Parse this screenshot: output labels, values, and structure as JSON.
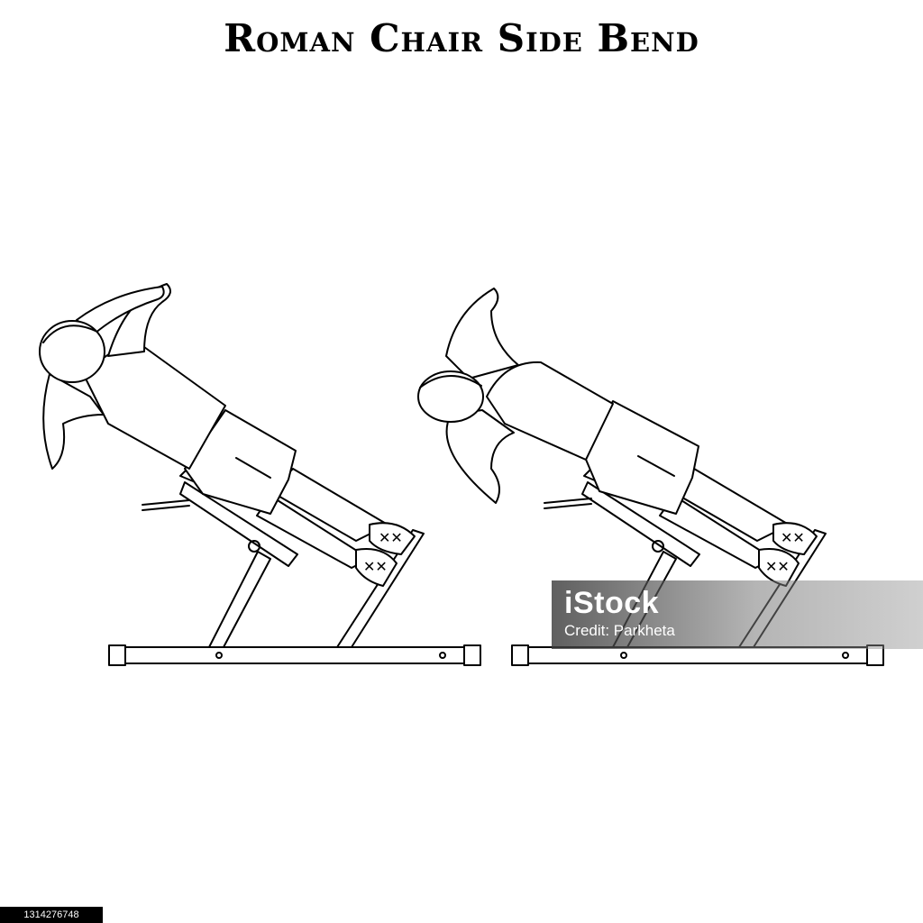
{
  "title": "Roman Chair Side Bend",
  "watermark": {
    "logo": "iStock",
    "credit": "Credit: Parkheta"
  },
  "stock_id": "1314276748",
  "illustrations": [
    {
      "position": "start",
      "icon": "roman-chair-figure-upright"
    },
    {
      "position": "end",
      "icon": "roman-chair-figure-side-bend"
    }
  ]
}
